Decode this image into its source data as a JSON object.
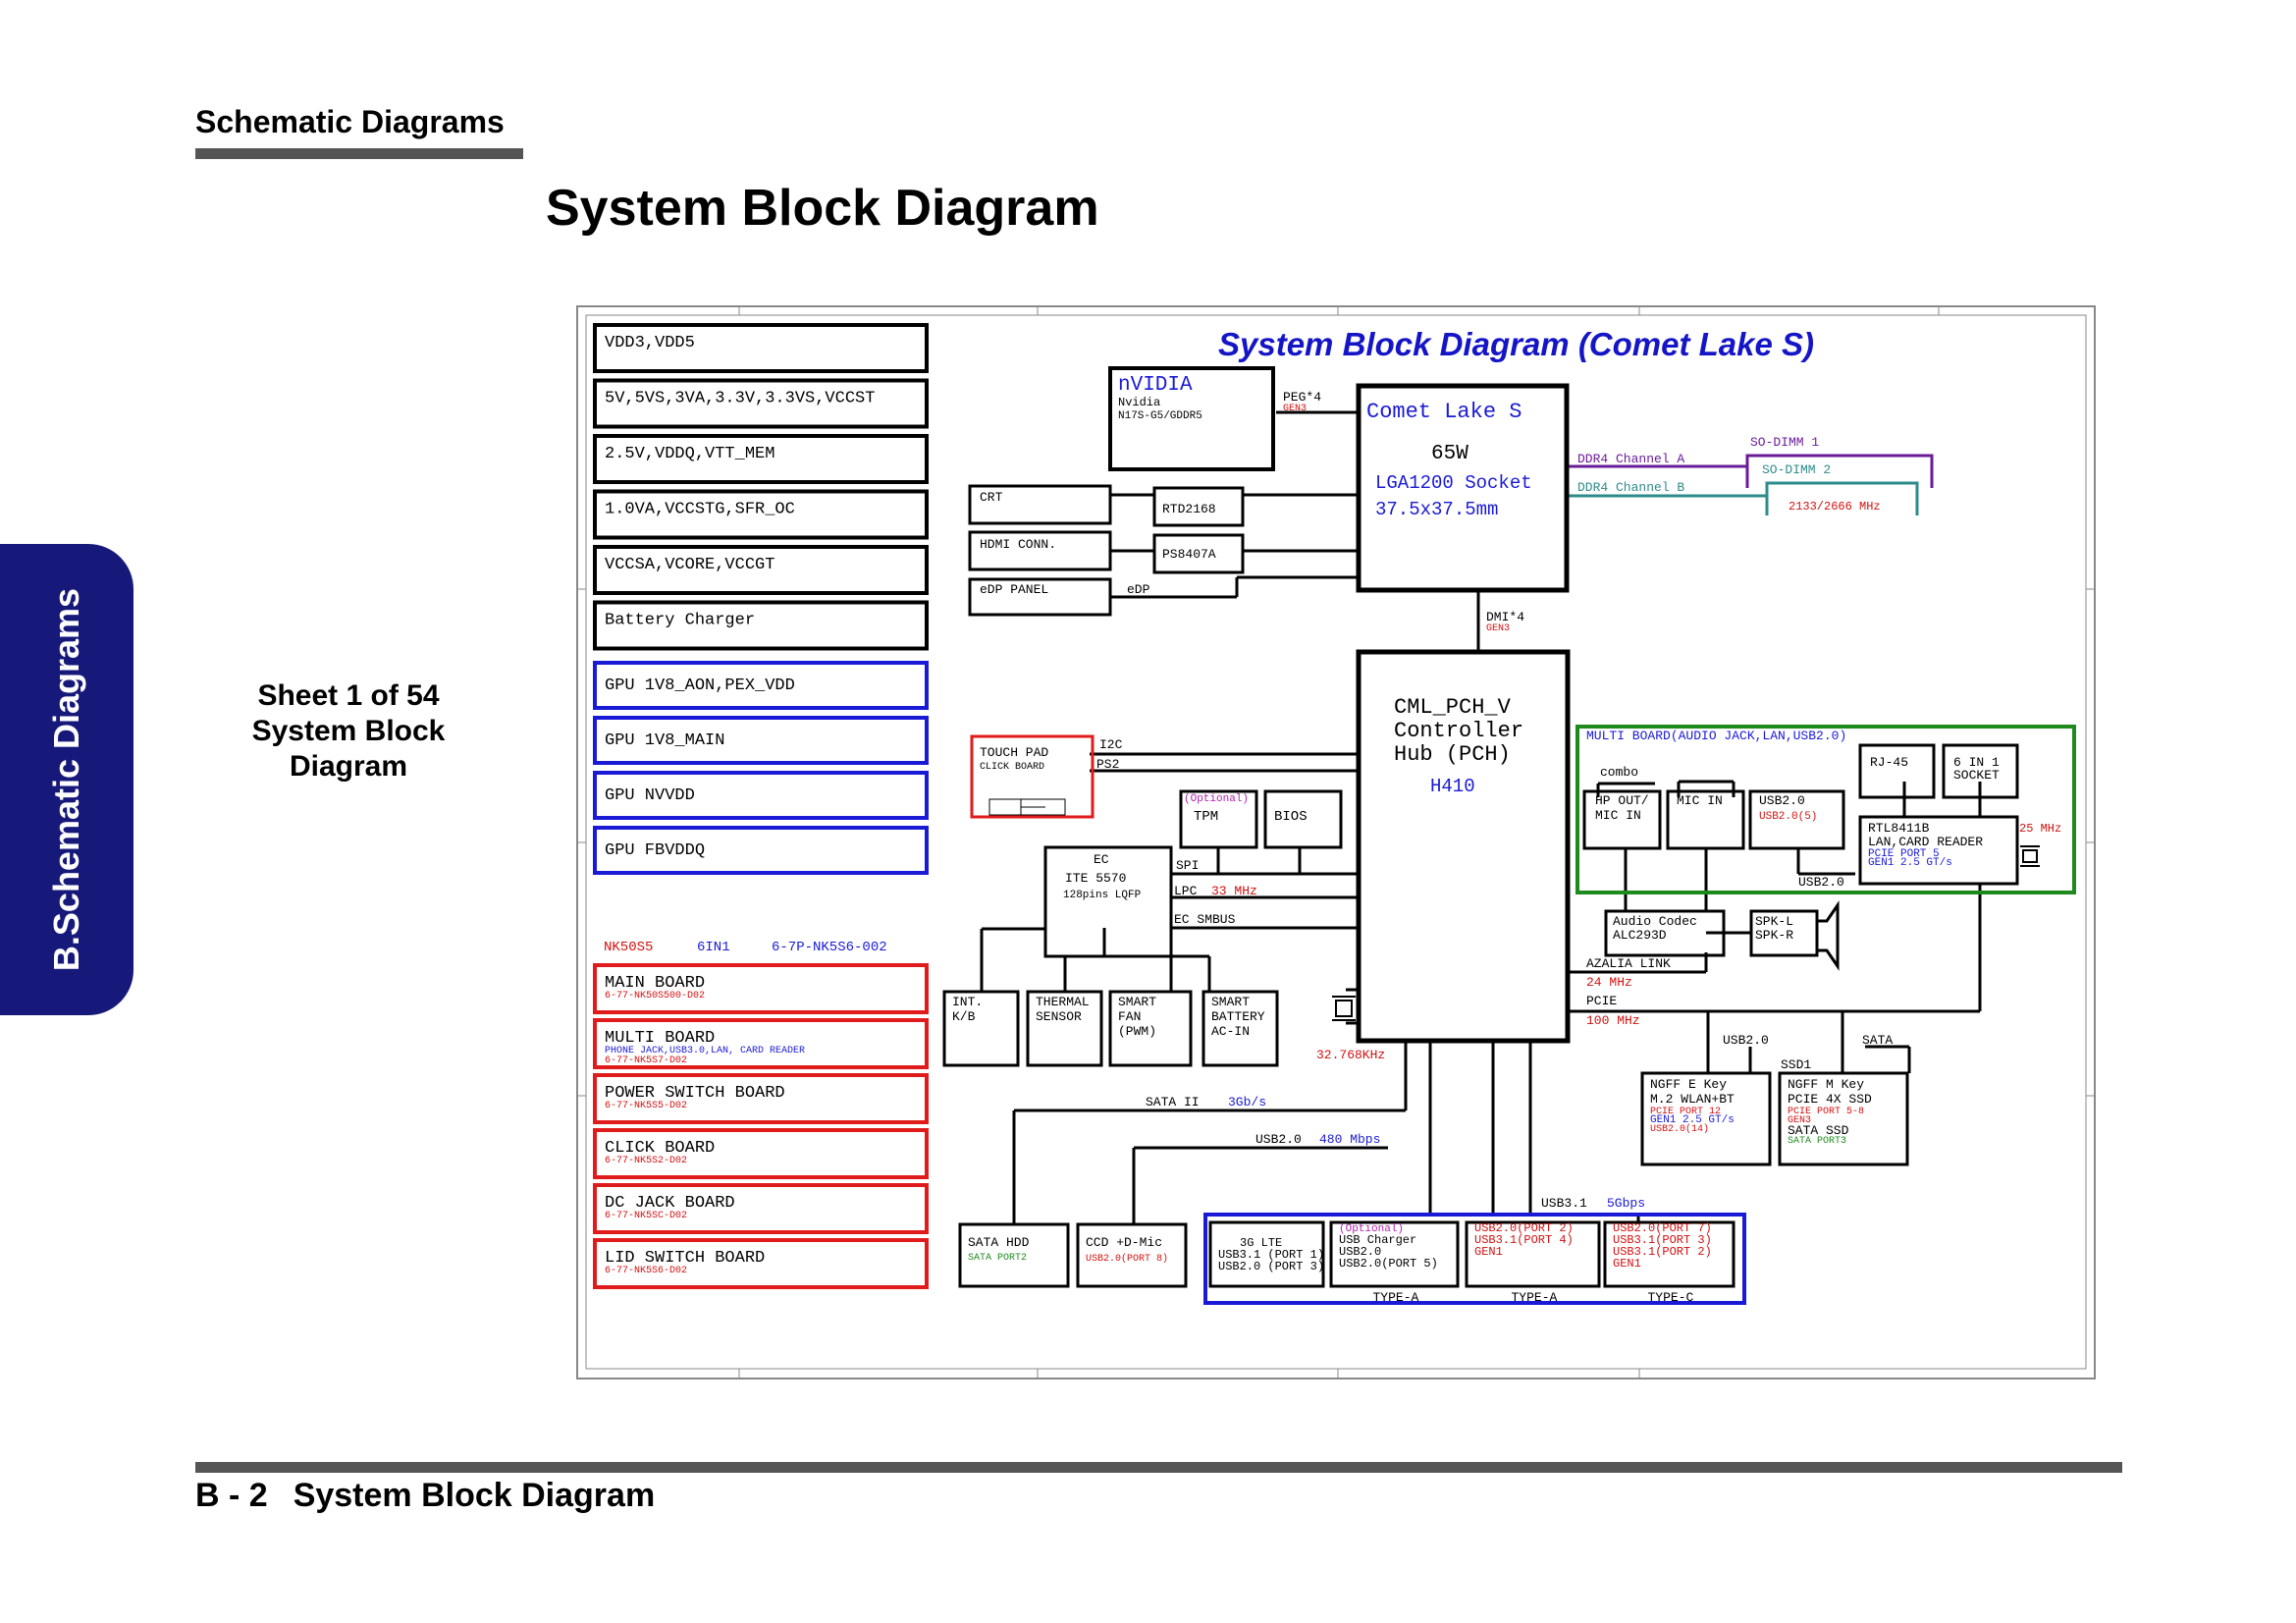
{
  "header": {
    "section_title": "Schematic  Diagrams",
    "page_heading": "System Block Diagram"
  },
  "side_tab": {
    "label": "B.Schematic Diagrams",
    "color": "#17197a"
  },
  "sheet_info": {
    "line1": "Sheet 1 of 54",
    "line2": "System Block",
    "line3": "Diagram"
  },
  "footer": {
    "page_no": "B - 2",
    "title": "System Block Diagram"
  },
  "schematic": {
    "title": "System Block Diagram (Comet Lake S)",
    "colors": {
      "title": "#1515c8",
      "power_box": "#000000",
      "gpu_box": "#1a1ad6",
      "board_box": "#e01b1b",
      "multi_board": "#1e8a1e",
      "red_text": "#d41010",
      "blue_text": "#1a1ad6",
      "ddr_a": "#6a1b9a",
      "ddr_b": "#2e8b8b"
    },
    "power_rails": [
      "VDD3,VDD5",
      "5V,5VS,3VA,3.3V,3.3VS,VCCST",
      "2.5V,VDDQ,VTT_MEM",
      "1.0VA,VCCSTG,SFR_OC",
      "VCCSA,VCORE,VCCGT",
      "Battery Charger"
    ],
    "gpu_rails": [
      "GPU 1V8_AON,PEX_VDD",
      "GPU 1V8_MAIN",
      "GPU NVVDD",
      "GPU FBVDDQ"
    ],
    "board_list_header": {
      "model": "NK50S5",
      "variant": "6IN1",
      "pn": "6-7P-NK5S6-002"
    },
    "boards": [
      {
        "name": "MAIN BOARD",
        "desc": "",
        "pn": "6-77-NK50S500-D02"
      },
      {
        "name": "MULTI BOARD",
        "desc": "PHONE JACK,USB3.0,LAN, CARD READER",
        "pn": "6-77-NK5S7-D02"
      },
      {
        "name": "POWER SWITCH BOARD",
        "desc": "",
        "pn": "6-77-NK5S5-D02"
      },
      {
        "name": "CLICK BOARD",
        "desc": "",
        "pn": "6-77-NK5S2-D02"
      },
      {
        "name": "DC JACK BOARD",
        "desc": "",
        "pn": "6-77-NK5SC-D02"
      },
      {
        "name": "LID SWITCH BOARD",
        "desc": "",
        "pn": "6-77-NK5S6-D02"
      }
    ],
    "gpu": {
      "brand": "nVIDIA",
      "line1": "Nvidia",
      "line2": "N17S-G5/GDDR5",
      "bus": "PEG*4",
      "bus_gen": "GEN3"
    },
    "cpu": {
      "name": "Comet Lake S",
      "tdp": "65W",
      "socket": "LGA1200 Socket",
      "size": "37.5x37.5mm"
    },
    "memory": {
      "ch_a": "DDR4 Channel A",
      "ch_b": "DDR4 Channel B",
      "slot1": "SO-DIMM 1",
      "slot2": "SO-DIMM 2",
      "speed": "2133/2666 MHz"
    },
    "dmi": {
      "label": "DMI*4",
      "gen": "GEN3"
    },
    "display": {
      "crt": "CRT",
      "hdmi": "HDMI CONN.",
      "edp_panel": "eDP PANEL",
      "edp": "eDP",
      "rtd": "RTD2168",
      "ps": "PS8407A"
    },
    "pch": {
      "line1": "CML_PCH_V",
      "line2": "Controller",
      "line3": "Hub (PCH)",
      "model": "H410"
    },
    "touchpad": {
      "line1": "TOUCH PAD",
      "line2": "CLICK BOARD",
      "i2c": "I2C",
      "ps2": "PS2"
    },
    "tpm": {
      "optional": "(Optional)",
      "name": "TPM"
    },
    "bios": "BIOS",
    "ec": {
      "name": "EC",
      "chip": "ITE 5570",
      "pkg": "128pins LQFP",
      "spi": "SPI",
      "lpc": "LPC",
      "lpc_freq": "33 MHz",
      "smbus": "EC SMBUS"
    },
    "ec_devices": [
      {
        "line1": "INT.",
        "line2": "K/B",
        "line3": ""
      },
      {
        "line1": "THERMAL",
        "line2": "SENSOR",
        "line3": ""
      },
      {
        "line1": "SMART",
        "line2": "FAN",
        "line3": "(PWM)"
      },
      {
        "line1": "SMART",
        "line2": "BATTERY",
        "line3": "AC-IN"
      }
    ],
    "rtc_crystal": "32.768KHz",
    "multi_board": {
      "title": "MULTI BOARD(AUDIO JACK,LAN,USB2.0)",
      "combo": "combo",
      "hp1": "HP OUT/",
      "hp2": "MIC IN",
      "mic": "MIC IN",
      "usb_a": "USB2.0",
      "usb_b": "USB2.0(5)",
      "rj45": "RJ-45",
      "card1": "6 IN 1",
      "card2": "SOCKET",
      "lan1": "RTL8411B",
      "lan2": "LAN,CARD READER",
      "lan3": "PCIE PORT 5",
      "lan4": "GEN1  2.5 GT/s",
      "freq": "25 MHz",
      "usb_out": "USB2.0"
    },
    "audio": {
      "line1": "Audio Codec",
      "line2": "ALC293D",
      "spk1": "SPK-L",
      "spk2": "SPK-R",
      "azalia": "AZALIA LINK",
      "az_freq": "24 MHz",
      "pcie": "PCIE",
      "pcie_freq": "100 MHz"
    },
    "ngff_e": {
      "bus": "USB2.0",
      "l1": "NGFF E Key",
      "l2": "M.2 WLAN+BT",
      "l3": "PCIE PORT 12",
      "l4": "GEN1 2.5 GT/s",
      "l5": "USB2.0(14)"
    },
    "ngff_m": {
      "bus": "SATA",
      "ssd": "SSD1",
      "l1": "NGFF M Key",
      "l2": "PCIE 4X SSD",
      "l3": "PCIE PORT 5-8",
      "l4": "GEN3",
      "l5": "SATA SSD",
      "l6": "SATA PORT3"
    },
    "sata": {
      "bus": "SATA II",
      "speed": "3Gb/s",
      "hdd": "SATA HDD",
      "port": "SATA PORT2"
    },
    "usb2_bus": {
      "label": "USB2.0",
      "speed": "480 Mbps"
    },
    "ccd": {
      "name": "CCD +D-Mic",
      "port": "USB2.0(PORT 8)"
    },
    "usb31": {
      "label": "USB3.1",
      "speed": "5Gbps"
    },
    "usb_ports": [
      {
        "l1": "3G LTE",
        "l2": "USB3.1 (PORT 1)",
        "l3": "USB2.0 (PORT 3)",
        "l4": "",
        "type": ""
      },
      {
        "l1": "(Optional)",
        "l2": "USB Charger",
        "l3": "USB2.0",
        "l4": "USB2.0(PORT 5)",
        "type": "TYPE-A"
      },
      {
        "l1": "USB2.0(PORT 2)",
        "l2": "USB3.1(PORT 4)",
        "l3": "GEN1",
        "l4": "",
        "type": "TYPE-A"
      },
      {
        "l1": "USB2.0(PORT 7)",
        "l2": "USB3.1(PORT 3)",
        "l3": "USB3.1(PORT 2)",
        "l4": "GEN1",
        "type": "TYPE-C"
      }
    ]
  }
}
